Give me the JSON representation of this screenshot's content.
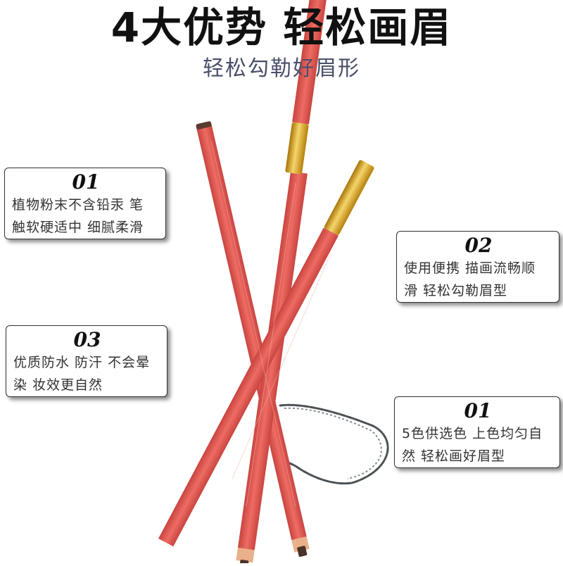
{
  "header": {
    "title": "4大优势 轻松画眉",
    "subtitle": "轻松勾勒好眉形"
  },
  "callouts": [
    {
      "number": "01",
      "line1": "植物粉末不含铅汞 笔",
      "line2": "触软硬适中 细腻柔滑"
    },
    {
      "number": "02",
      "line1": "使用便携 描画流畅顺",
      "line2": "滑 轻松勾勒眉型"
    },
    {
      "number": "03",
      "line1": "优质防水 防汗 不会晕",
      "line2": "染 妆效更自然"
    },
    {
      "number": "01",
      "line1": "5色供选色 上色均匀自",
      "line2": "然 轻松画好眉型"
    }
  ],
  "colors": {
    "pencil_body": "#e8605a",
    "pencil_cap": "#d9a520",
    "lead": "#4a3328",
    "stroke": "#2c3136"
  }
}
